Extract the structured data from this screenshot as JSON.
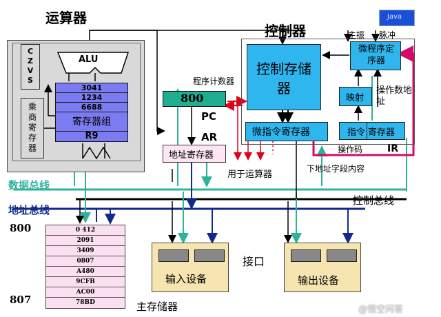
{
  "arith": {
    "title": "运算器",
    "flags": "CZVS",
    "alu": "ALU",
    "mq": "乘商寄存器",
    "registers": [
      "3041",
      "1234",
      "6688",
      "寄存器组",
      "R9"
    ]
  },
  "control": {
    "title": "控制器",
    "cm": "控制存储器",
    "mir": "微指令寄存器",
    "sequencer": "微程序定序器",
    "mapping": "映射",
    "ir_left": "指令",
    "ir_right": "寄存器",
    "ir": "IR",
    "opcode": "操作码",
    "opaddr": "操作数地址",
    "next_addr": "下地址字段内容",
    "main_clock": "主振",
    "pulse": "脉冲",
    "badge": "Java"
  },
  "pc": {
    "caption": "程序计数器",
    "value": "800",
    "label": "PC"
  },
  "ar": {
    "label": "AR",
    "box": "地址寄存器"
  },
  "labels": {
    "for_alu": "用于运算器",
    "data_bus": "数据总线",
    "addr_bus": "地址总线",
    "ctrl_bus": "控制总线",
    "interface": "接口",
    "mem_start": "800",
    "mem_end": "807",
    "memory": "主存储器",
    "watermark": "@悟空问答"
  },
  "io": {
    "input": "输入设备",
    "output": "输出设备"
  },
  "memory": [
    "0 412",
    "2091",
    "3409",
    "0807",
    "A480",
    "9CFB",
    "AC00",
    "78BD"
  ]
}
